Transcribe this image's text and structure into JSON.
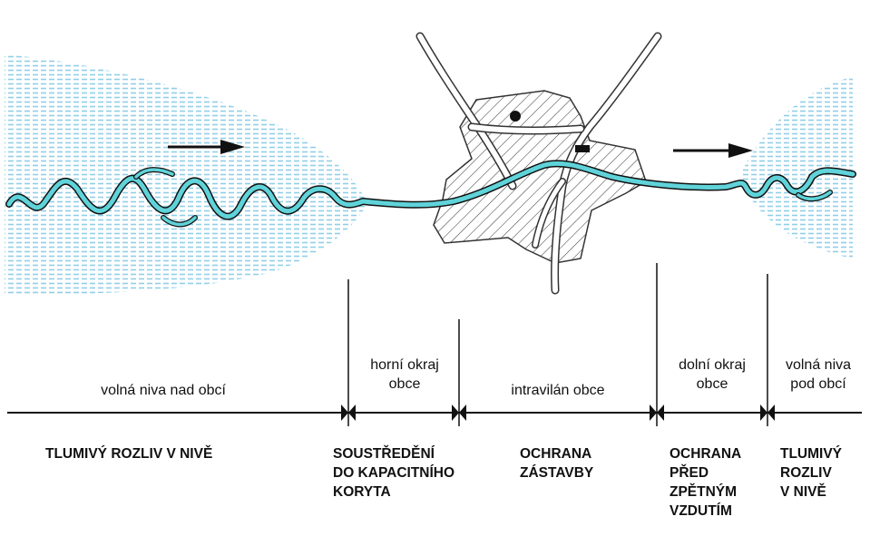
{
  "colors": {
    "river": "#5fd3d9",
    "flood_hatch": "#8fcfe8",
    "town_hatch": "#333333",
    "line": "#111111"
  },
  "zones": [
    {
      "id": "upstream-floodplain",
      "label": "volná niva nad obcí"
    },
    {
      "id": "upper-edge",
      "label": "horní okraj\nobce"
    },
    {
      "id": "built-up-area",
      "label": "intravilán obce"
    },
    {
      "id": "lower-edge",
      "label": "dolní okraj\nobce"
    },
    {
      "id": "downstream-floodplain",
      "label": "volná niva\npod obcí"
    }
  ],
  "strategies": [
    {
      "id": "damped-flooding-upstream",
      "label": "TLUMIVÝ ROZLIV V NIVĚ"
    },
    {
      "id": "channel-concentration",
      "label": "SOUSTŘEDĚNÍ\nDO KAPACITNÍHO\nKORYTA"
    },
    {
      "id": "settlement-protection",
      "label": "OCHRANA\nZÁSTAVBY"
    },
    {
      "id": "backwater-protection",
      "label": "OCHRANA\nPŘED\nZPĚTNÝM\nVZDUTÍM"
    },
    {
      "id": "damped-flooding-downstream",
      "label": "TLUMIVÝ\nROZLIV\nV NIVĚ"
    }
  ]
}
